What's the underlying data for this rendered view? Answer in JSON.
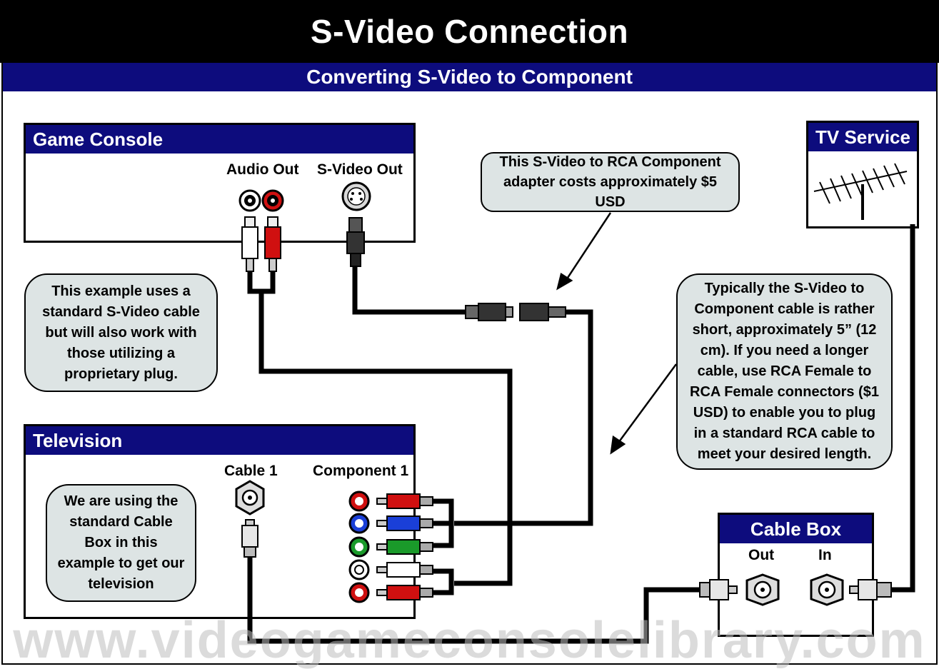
{
  "title": "S-Video Connection",
  "subtitle": "Converting S-Video to Component",
  "game_console": {
    "title": "Game Console",
    "audio_out": "Audio Out",
    "svideo_out": "S-Video Out"
  },
  "tv_service": {
    "title": "TV Service"
  },
  "television": {
    "title": "Television",
    "cable1": "Cable 1",
    "component1": "Component 1"
  },
  "cable_box": {
    "title": "Cable Box",
    "out": "Out",
    "in": "In"
  },
  "notes": {
    "adapter": "This S-Video to RCA Component adapter costs approximately $5 USD",
    "example": "This example uses a standard S-Video cable but will also work with those utilizing a proprietary plug.",
    "cable_length": "Typically the S-Video to Component cable is rather short,  approximately 5” (12 cm).    If you need a longer cable, use RCA Female to RCA Female connectors ($1 USD) to enable you to plug in a standard RCA cable to meet your desired length.",
    "cable_box_note": "We are using the standard Cable Box in this example to get our television"
  },
  "watermark": "www.videogameconsolelibrary.com",
  "colors": {
    "header_blue": "#0d0c7d",
    "bubble_gray": "#dde4e4",
    "rca_red": "#d01010",
    "rca_blue": "#1a3fd8",
    "rca_green": "#1a9a2a",
    "rca_white": "#ffffff"
  }
}
